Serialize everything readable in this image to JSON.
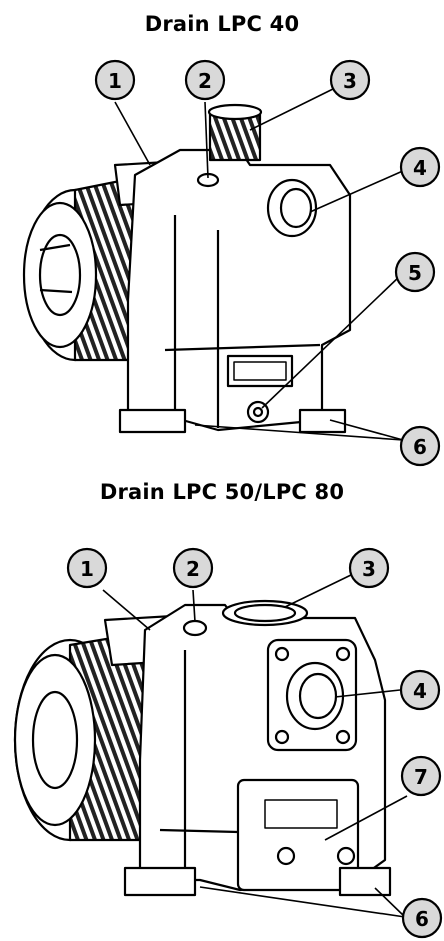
{
  "figure": {
    "top_title": "Drain LPC 40",
    "bottom_title": "Drain LPC 50/LPC 80"
  },
  "callouts_top": [
    "1",
    "2",
    "3",
    "4",
    "5",
    "6"
  ],
  "callouts_bottom": [
    "1",
    "2",
    "3",
    "4",
    "7",
    "6"
  ],
  "colors": {
    "callout_fill": "#d9d9d9",
    "line": "#000000",
    "body_fill": "#ffffff",
    "shade": "#cfcfcf"
  }
}
